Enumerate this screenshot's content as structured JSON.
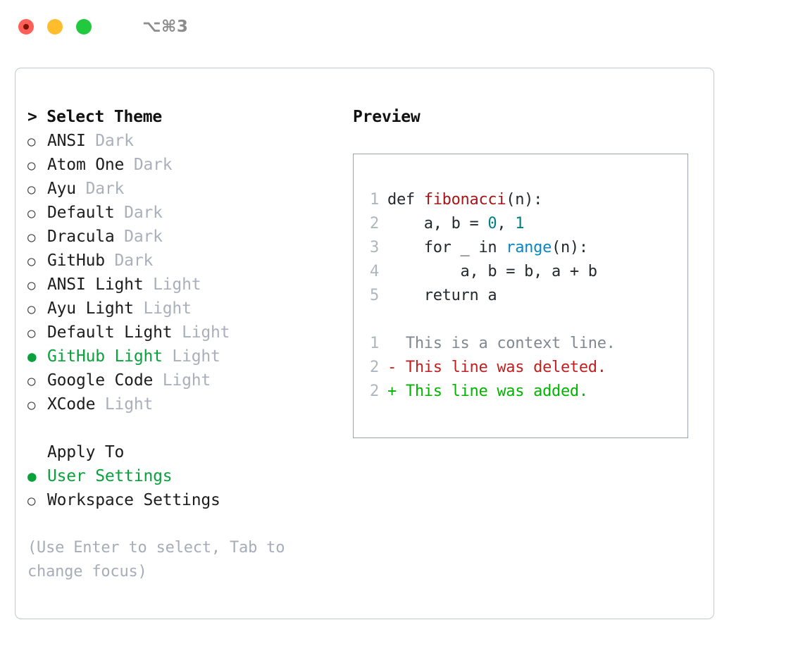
{
  "titlebar": {
    "shortcut": "⌥⌘3",
    "lights": [
      "close",
      "minimize",
      "maximize"
    ]
  },
  "theme_section": {
    "prompt": "> ",
    "title": "Select Theme",
    "items": [
      {
        "label": "ANSI",
        "tag": "Dark",
        "selected": false
      },
      {
        "label": "Atom One",
        "tag": "Dark",
        "selected": false
      },
      {
        "label": "Ayu",
        "tag": "Dark",
        "selected": false
      },
      {
        "label": "Default",
        "tag": "Dark",
        "selected": false
      },
      {
        "label": "Dracula",
        "tag": "Dark",
        "selected": false
      },
      {
        "label": "GitHub",
        "tag": "Dark",
        "selected": false
      },
      {
        "label": "ANSI Light",
        "tag": "Light",
        "selected": false
      },
      {
        "label": "Ayu Light",
        "tag": "Light",
        "selected": false
      },
      {
        "label": "Default Light",
        "tag": "Light",
        "selected": false
      },
      {
        "label": "GitHub Light",
        "tag": "Light",
        "selected": true
      },
      {
        "label": "Google Code",
        "tag": "Light",
        "selected": false
      },
      {
        "label": "XCode",
        "tag": "Light",
        "selected": false
      }
    ]
  },
  "apply_section": {
    "title": "Apply To",
    "items": [
      {
        "label": "User Settings",
        "selected": true
      },
      {
        "label": "Workspace Settings",
        "selected": false
      }
    ]
  },
  "hint": "(Use Enter to select, Tab to change focus)",
  "preview": {
    "title": "Preview",
    "code_lines": [
      {
        "num": "1",
        "tokens": [
          {
            "t": "def ",
            "cls": "tok-def"
          },
          {
            "t": "fibonacci",
            "cls": "tok-fn"
          },
          {
            "t": "(n):",
            "cls": "tok-punct"
          }
        ]
      },
      {
        "num": "2",
        "tokens": [
          {
            "t": "    a, b = ",
            "cls": "tok-kw"
          },
          {
            "t": "0",
            "cls": "tok-num"
          },
          {
            "t": ", ",
            "cls": "tok-punct"
          },
          {
            "t": "1",
            "cls": "tok-num"
          }
        ]
      },
      {
        "num": "3",
        "tokens": [
          {
            "t": "    for _ in ",
            "cls": "tok-kw"
          },
          {
            "t": "range",
            "cls": "tok-builtin"
          },
          {
            "t": "(n):",
            "cls": "tok-punct"
          }
        ]
      },
      {
        "num": "4",
        "tokens": [
          {
            "t": "        a, b = b, a + b",
            "cls": "tok-kw"
          }
        ]
      },
      {
        "num": "5",
        "tokens": [
          {
            "t": "    return a",
            "cls": "tok-kw"
          }
        ]
      }
    ],
    "diff_lines": [
      {
        "num": "1",
        "marker": "  ",
        "text": "This is a context line.",
        "kind": "diff-ctx"
      },
      {
        "num": "2",
        "marker": "- ",
        "text": "This line was deleted.",
        "kind": "diff-del"
      },
      {
        "num": "2",
        "marker": "+ ",
        "text": "This line was added.",
        "kind": "diff-add"
      }
    ]
  },
  "colors": {
    "accent_green": "#0aa13c",
    "diff_add": "#00b400",
    "diff_del": "#c02020",
    "fn_red": "#a61717",
    "builtin_blue": "#0b86c4",
    "number_teal": "#008080",
    "muted": "#a9b0bb",
    "border": "#c2c8d2",
    "code_border": "#9aa5b1"
  }
}
